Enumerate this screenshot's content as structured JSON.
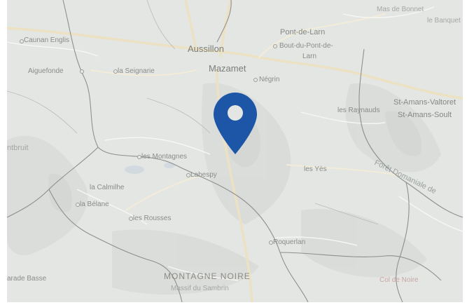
{
  "map": {
    "labels": {
      "aussillon": "Aussillon",
      "mazamet": "Mazamet",
      "pont_de_larn": "Pont-de-Larn",
      "bout_du_pont": "Bout-du-Pont-de-",
      "larn": "Larn",
      "negrin": "Négrin",
      "caunan": "Caunan Englis",
      "aiguefonde": "Aiguefonde",
      "la_seignarie": "la Seignarie",
      "les_raynauds": "les Raynauds",
      "st_amans_valtoret": "St-Amans-Valtoret",
      "st_amans_soult": "St-Amans-Soult",
      "le_banquet": "le Banquet",
      "les_montagnes": "les Montagnes",
      "labruguiere_partial": "ntbruit",
      "labespy": "Labespy",
      "les_yes": "les Yès",
      "la_calmilhe": "la Calmilhe",
      "la_belane": "la Bélane",
      "les_rousses": "les Rousses",
      "roquerlan": "Roquerlan",
      "montagne_noire": "MONTAGNE NOIRE",
      "massif_du_sambrin": "Massif du Sambrin",
      "arade_basse": "arade Basse",
      "forest": "Forêt Domaniale de",
      "col_de_noire": "Col de Noire",
      "top_right": "Mas de Bonnet"
    },
    "marker": {
      "name": "location-pin",
      "color": "#1d56a6"
    }
  }
}
